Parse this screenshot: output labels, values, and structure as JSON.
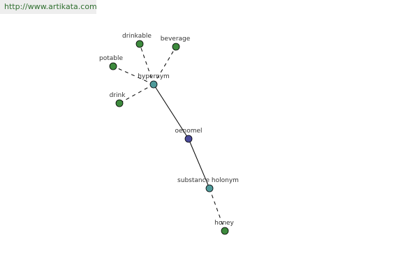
{
  "source_url": "http://www.artikata.com",
  "colors": {
    "term_node": "#4a4a9a",
    "relation_node": "#4f9a9a",
    "word_node": "#3d8a3d",
    "banner_text": "#2f6f2f"
  },
  "nodes": [
    {
      "id": "oenomel",
      "label": "oenomel",
      "kind": "term"
    },
    {
      "id": "hypernym",
      "label": "hypernym",
      "kind": "relation"
    },
    {
      "id": "substance_holonym",
      "label": "substance holonym",
      "kind": "relation"
    },
    {
      "id": "drinkable",
      "label": "drinkable",
      "kind": "word"
    },
    {
      "id": "beverage",
      "label": "beverage",
      "kind": "word"
    },
    {
      "id": "potable",
      "label": "potable",
      "kind": "word"
    },
    {
      "id": "drink",
      "label": "drink",
      "kind": "word"
    },
    {
      "id": "honey",
      "label": "honey",
      "kind": "word"
    }
  ],
  "edges": [
    {
      "from": "oenomel",
      "to": "hypernym",
      "style": "solid"
    },
    {
      "from": "oenomel",
      "to": "substance_holonym",
      "style": "solid"
    },
    {
      "from": "hypernym",
      "to": "drinkable",
      "style": "dashed"
    },
    {
      "from": "hypernym",
      "to": "beverage",
      "style": "dashed"
    },
    {
      "from": "hypernym",
      "to": "potable",
      "style": "dashed"
    },
    {
      "from": "hypernym",
      "to": "drink",
      "style": "dashed"
    },
    {
      "from": "substance_holonym",
      "to": "honey",
      "style": "dashed"
    }
  ]
}
